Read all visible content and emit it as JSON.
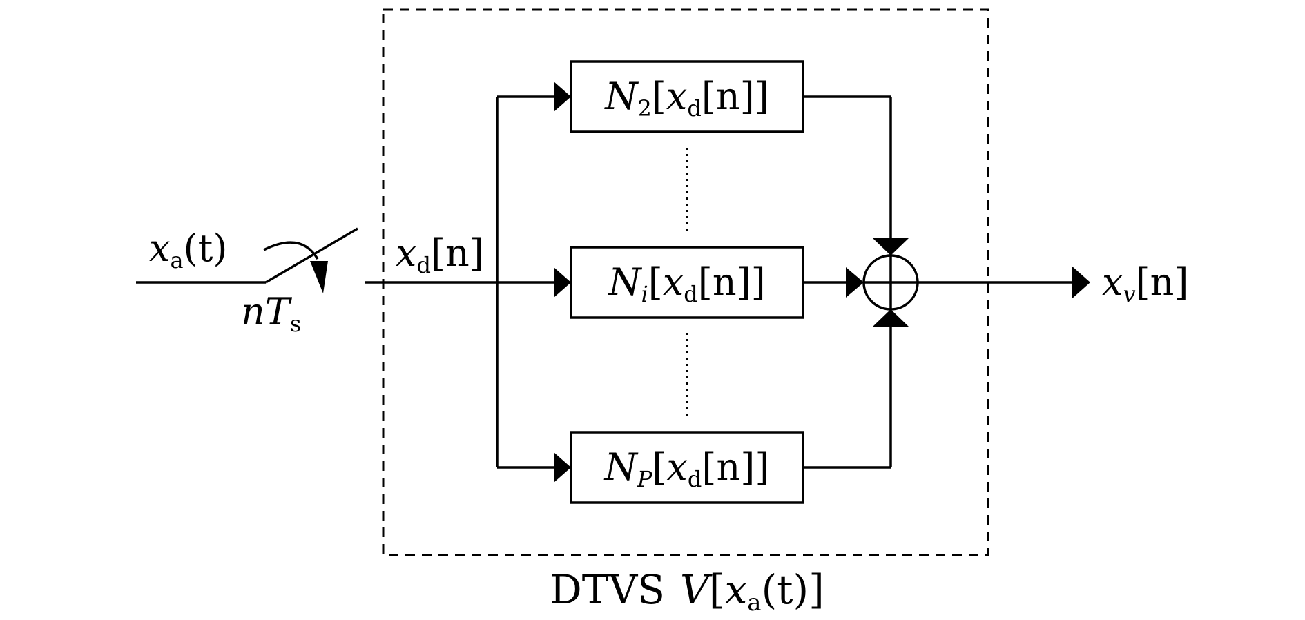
{
  "diagram": {
    "input": {
      "var": "x",
      "sub": "a",
      "arg": "(t)"
    },
    "switch": {
      "var1": "n",
      "var2": "T",
      "sub": "s"
    },
    "discrete": {
      "var": "x",
      "sub": "d",
      "arg": "[n]"
    },
    "blocks": [
      {
        "head": "N",
        "sub": "2",
        "open": "[",
        "var": "x",
        "vsub": "d",
        "tail": "[n]]"
      },
      {
        "head": "N",
        "sub": "i",
        "open": "[",
        "var": "x",
        "vsub": "d",
        "tail": "[n]]"
      },
      {
        "head": "N",
        "sub": "P",
        "open": "[",
        "var": "x",
        "vsub": "d",
        "tail": "[n]]"
      }
    ],
    "output": {
      "var": "x",
      "sub": "v",
      "arg": "[n]"
    },
    "system": {
      "name": "DTVS",
      "fn": "V",
      "open": "[",
      "var": "x",
      "sub": "a",
      "tail": "(t)]"
    }
  }
}
